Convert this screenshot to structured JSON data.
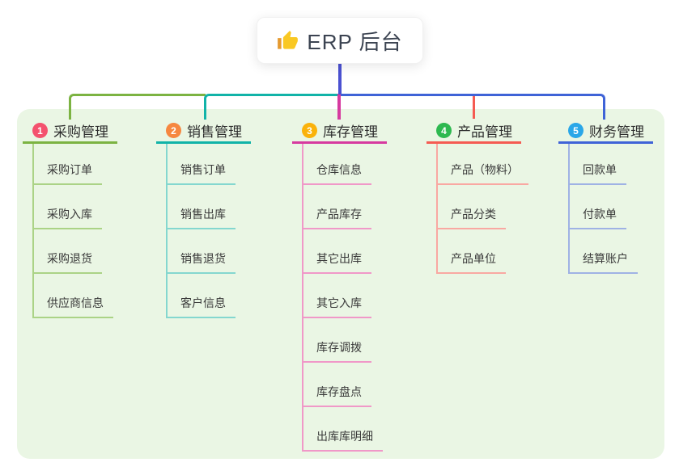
{
  "root": {
    "label": "ERP 后台",
    "icon": "thumbs-up-icon"
  },
  "branches": [
    {
      "index": "1",
      "title": "采购管理",
      "badge_color": "#f4526e",
      "line_color": "#7cb342",
      "child_line_color": "#abd386",
      "children": [
        "采购订单",
        "采购入库",
        "采购退货",
        "供应商信息"
      ]
    },
    {
      "index": "2",
      "title": "销售管理",
      "badge_color": "#f6873f",
      "line_color": "#11b3a8",
      "child_line_color": "#84d7cf",
      "children": [
        "销售订单",
        "销售出库",
        "销售退货",
        "客户信息"
      ]
    },
    {
      "index": "3",
      "title": "库存管理",
      "badge_color": "#fab20b",
      "line_color": "#d63a9f",
      "child_line_color": "#f098c8",
      "children": [
        "仓库信息",
        "产品库存",
        "其它出库",
        "其它入库",
        "库存调拨",
        "库存盘点",
        "出库库明细"
      ]
    },
    {
      "index": "4",
      "title": "产品管理",
      "badge_color": "#2eb950",
      "line_color": "#f55b52",
      "child_line_color": "#f9a8a2",
      "children": [
        "产品（物料）",
        "产品分类",
        "产品单位"
      ]
    },
    {
      "index": "5",
      "title": "财务管理",
      "badge_color": "#2aa7e8",
      "line_color": "#3f63d7",
      "child_line_color": "#9fb2e4",
      "children": [
        "回款单",
        "付款单",
        "结算账户"
      ]
    }
  ],
  "colors": {
    "panel_background": "#eaf6e4",
    "root_stem": "#4b51d1",
    "page_background": "#ffffff"
  }
}
